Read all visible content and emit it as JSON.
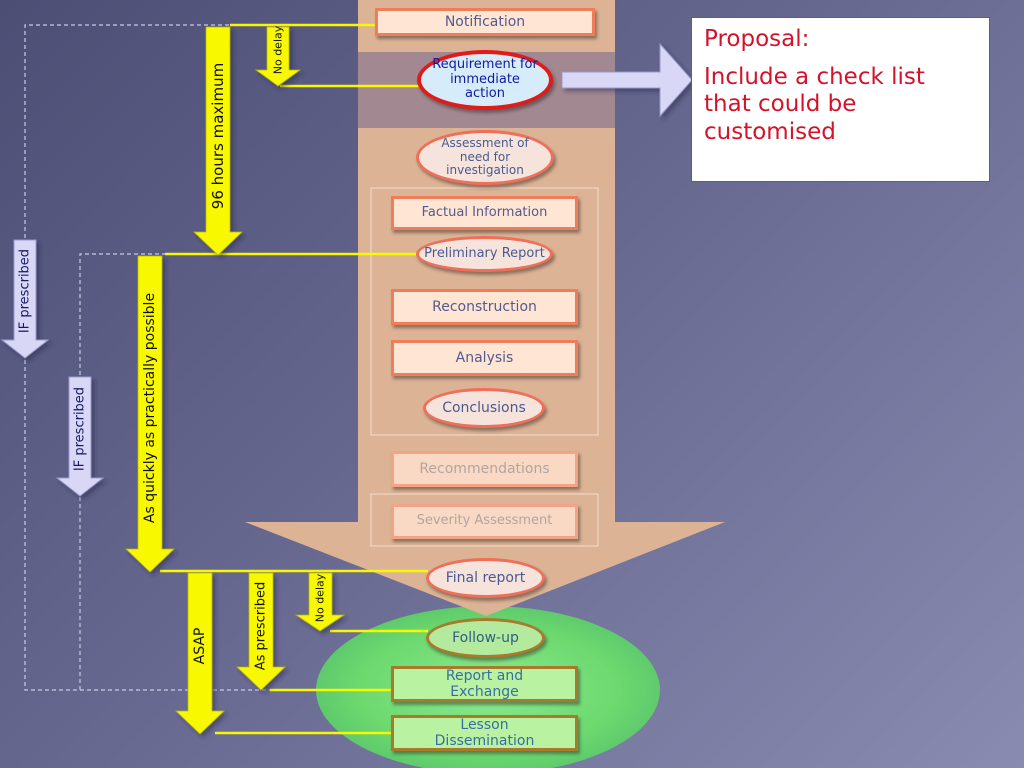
{
  "colors": {
    "yellow_arrow": "#f8f800",
    "lavender_arrow": "#d8d8f6",
    "peach_funnel": "#dcb394",
    "box_border": "#f07c5a",
    "box_fill": "#ffe6d4",
    "green_ellipse": "#6cde6c",
    "proposal_text": "#d4122a"
  },
  "process": {
    "notification": "Notification",
    "requirement": "Requirement for immediate  action",
    "assessment": "Assessment of need for investigation",
    "factual_information": "Factual Information",
    "preliminary_report": "Preliminary Report",
    "reconstruction": "Reconstruction",
    "analysis": "Analysis",
    "conclusions": "Conclusions",
    "recommendations": "Recommendations",
    "severity_assessment": "Severity Assessment",
    "final_report": "Final report",
    "follow_up": "Follow-up",
    "report_exchange": "Report and Exchange",
    "lesson_dissemination": "Lesson Dissemination"
  },
  "timelines": {
    "hours_96": "96 hours maximum",
    "no_delay_top": "No delay",
    "as_quickly": "As quickly as practically possible",
    "if_prescribed_outer": "IF prescribed",
    "if_prescribed_inner": "IF prescribed",
    "asap": "ASAP",
    "as_prescribed": "As prescribed",
    "no_delay_bottom": "No delay"
  },
  "proposal": {
    "heading": "Proposal:",
    "body": "Include a check list that could be customised"
  }
}
